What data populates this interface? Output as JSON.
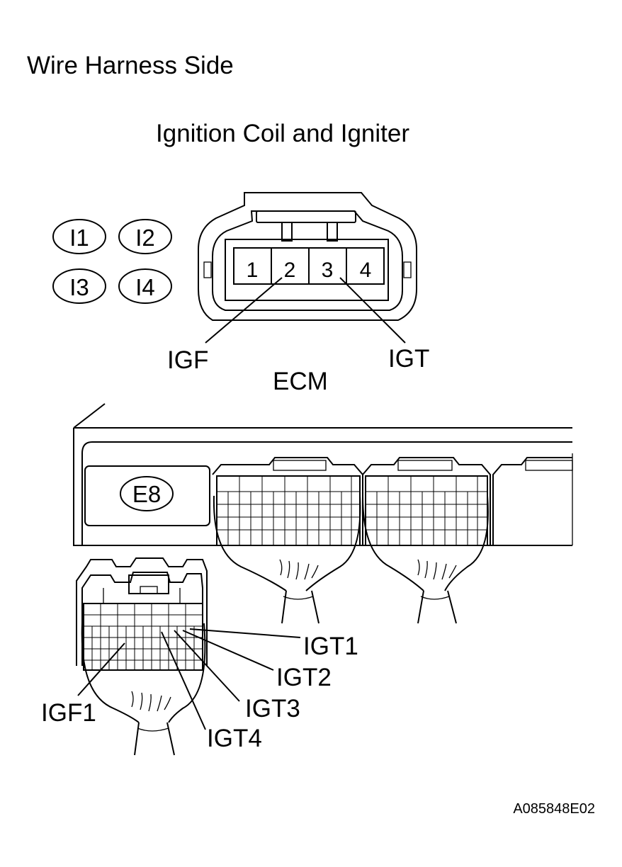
{
  "header": {
    "title": "Wire Harness Side",
    "subtitle": "Ignition Coil and Igniter"
  },
  "coil_connectors": {
    "badges": [
      "I1",
      "I2",
      "I3",
      "I4"
    ],
    "pins": [
      "1",
      "2",
      "3",
      "4"
    ],
    "callouts": {
      "pin2": "IGF",
      "pin3": "IGT"
    }
  },
  "ecm": {
    "title": "ECM",
    "connector_badge": "E8",
    "callouts": [
      "IGT1",
      "IGT2",
      "IGT3",
      "IGT4",
      "IGF1"
    ]
  },
  "footer": {
    "figure_code": "A085848E02"
  }
}
